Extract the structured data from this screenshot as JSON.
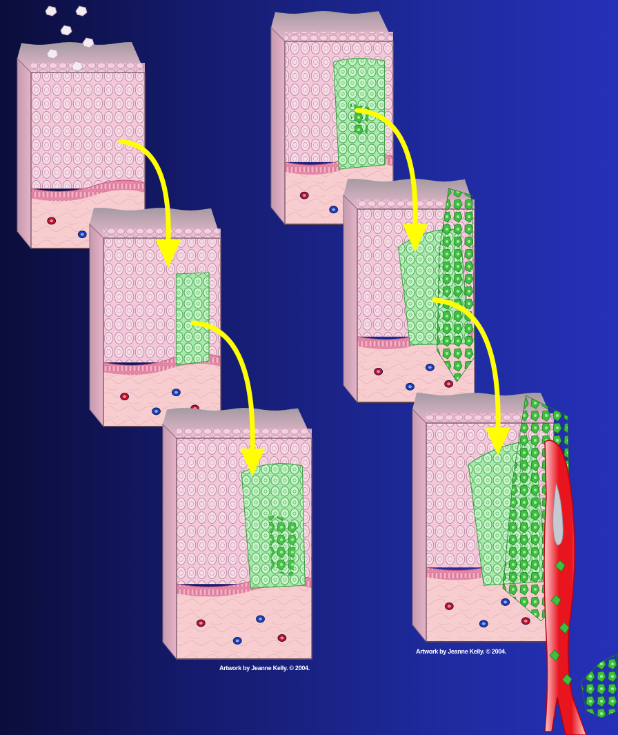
{
  "credits": {
    "left": "Artwork by Jeanne Kelly. © 2004.",
    "right": "Artwork by Jeanne Kelly. © 2004."
  },
  "colors": {
    "background_left": "#0b0d3a",
    "background_right": "#2530b8",
    "epithelium": "#f3c6d8",
    "cell_outline": "#b58aa0",
    "basement_membrane": "#e0739a",
    "connective_tissue": "#f7cdd0",
    "abnormal_cells": "#b7f0bc",
    "invasive_cells": "#3fbf3f",
    "arrow": "#ffff00",
    "blood_vessel": "#e8141e",
    "red_cell": "#c0102a",
    "blue_cell": "#1640c0",
    "surface_top": "#9a8e98"
  },
  "blocks": [
    {
      "id": "stage-1-normal",
      "lesion": "none",
      "toxins": true
    },
    {
      "id": "stage-2-early",
      "lesion": "small"
    },
    {
      "id": "stage-3-growing",
      "lesion": "medium"
    },
    {
      "id": "stage-4-dysplasia",
      "lesion": "full-thickness"
    },
    {
      "id": "stage-5-invading",
      "lesion": "invading"
    },
    {
      "id": "stage-6-metastasis",
      "lesion": "metastasis",
      "vessel": true
    }
  ],
  "arrows": [
    {
      "from": "stage-1-normal",
      "to": "stage-2-early"
    },
    {
      "from": "stage-2-early",
      "to": "stage-3-growing"
    },
    {
      "from": "stage-4-dysplasia",
      "to": "stage-5-invading"
    },
    {
      "from": "stage-5-invading",
      "to": "stage-6-metastasis"
    }
  ]
}
